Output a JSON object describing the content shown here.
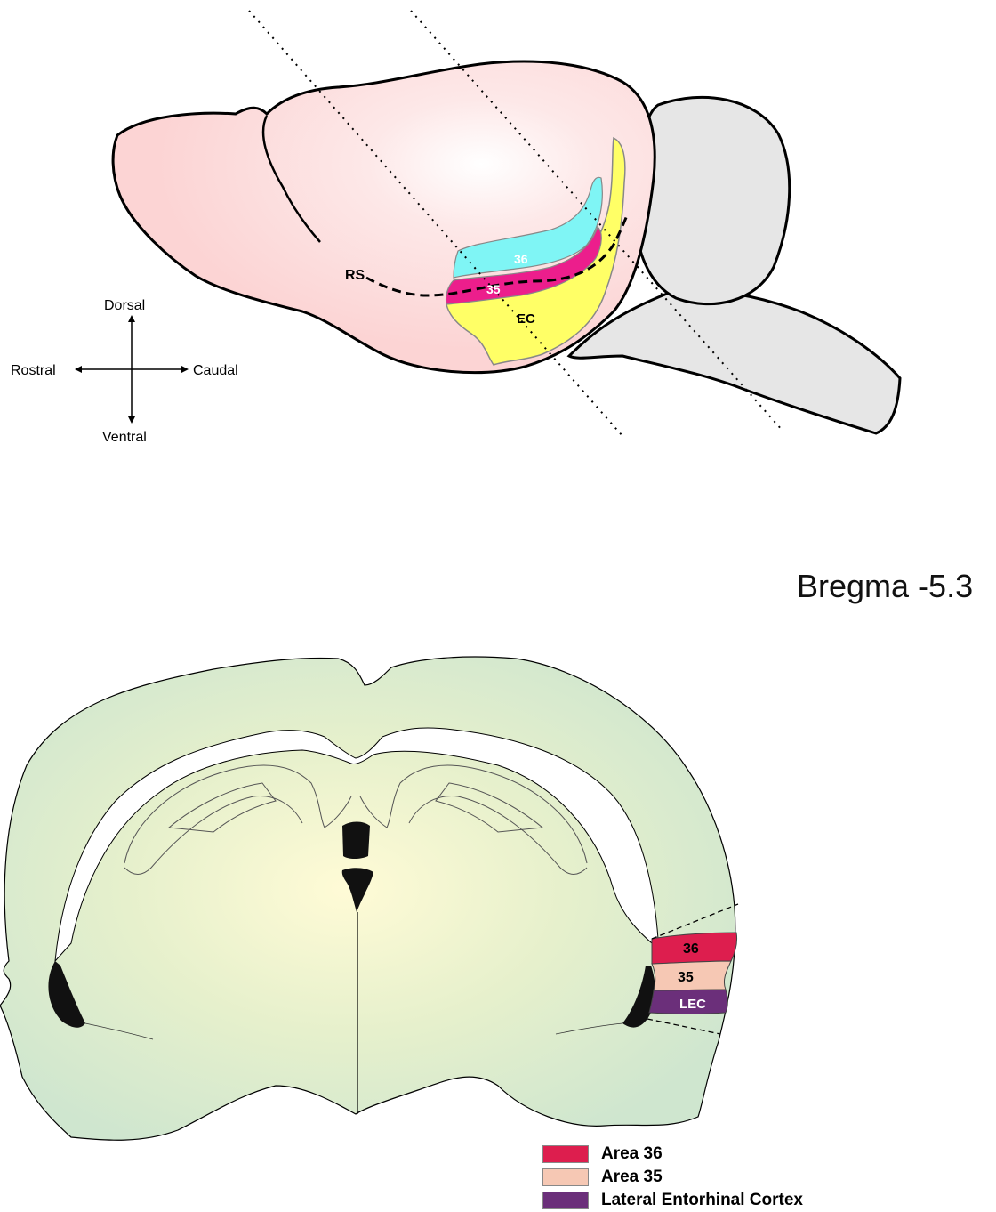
{
  "sagittal": {
    "labels": {
      "rs": "RS",
      "area36": "36",
      "area35": "35",
      "ec": "EC"
    },
    "compass": {
      "dorsal": "Dorsal",
      "ventral": "Ventral",
      "rostral": "Rostral",
      "caudal": "Caudal"
    },
    "colors": {
      "brain": "#fcd6d6",
      "cerebellum": "#e6e6e6",
      "area36": "#7ff5f5",
      "area35": "#ec1e8c",
      "ec": "#ffff66"
    }
  },
  "coronal": {
    "section_label": "Bregma -5.3",
    "labels": {
      "area36": "36",
      "area35": "35",
      "lec": "LEC"
    },
    "colors": {
      "tissue": "#d6ebcc",
      "area36": "#dd1e4e",
      "area35": "#f6c8b4",
      "lec": "#6b2f7a",
      "ventricle": "#111111"
    }
  },
  "legend": {
    "items": [
      {
        "label": "Area 36",
        "color": "#dd1e4e"
      },
      {
        "label": "Area 35",
        "color": "#f6c8b4"
      },
      {
        "label": "Lateral Entorhinal Cortex",
        "color": "#6b2f7a"
      }
    ]
  }
}
